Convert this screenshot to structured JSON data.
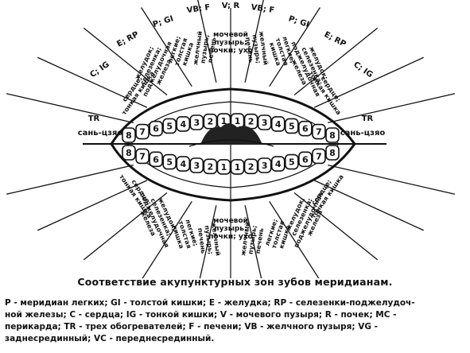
{
  "top_meridians": [
    "P; GI",
    "VB; F",
    "V; R",
    "VB; F",
    "P; GI"
  ],
  "outer_meridians": [
    "E; RP",
    "C; IG",
    "E; RP",
    "C; IG"
  ],
  "side_codes": [
    "TR",
    "TR"
  ],
  "side_names": [
    "сань-цзяо",
    "сань-цзяо"
  ],
  "organs": {
    "top_left": [
      "сердце; тонкая кишка",
      "желудок; селезенка; поджелудочная железа",
      "легкие; толстая кишка",
      "желчный пузырь; печень"
    ],
    "top_center": "мочевой пузырь; почки; ухо",
    "top_right": [
      "желчный пузырь; печень",
      "легкие; толстая кишка",
      "желудок; селезенка; поджелудочная железа",
      "сердце; тонкая кишка"
    ],
    "bottom_left": [
      "сердце; тонкая кишка",
      "желудок; селезенка; поджелудочная железа",
      "легкие; толстая кишка",
      "желчный пузырь; печень"
    ],
    "bottom_center": "мочевой пузырь; почки; ухо",
    "bottom_right": [
      "желчный пузырь; печень",
      "легкие; толстая кишка",
      "желудок; селезенка; поджелудочная железа",
      "сердце; тонкая кишка"
    ]
  },
  "tooth_numbers": [
    "8",
    "7",
    "6",
    "5",
    "4",
    "3",
    "2",
    "1",
    "1",
    "2",
    "3",
    "4",
    "5",
    "6",
    "7",
    "8"
  ],
  "caption": "Соответствие акупунктурных зон зубов меридианам.",
  "legend_lines": [
    "P - меридиан легких; GI - толстой кишки; E - желудка; RP - селезенки-поджелудоч-",
    "ной железы; C - сердца; IG - тонкой кишки; V - мочевого пузыря; R - почек; MC -",
    "перикарда; TR - трех обогревателей; F - печени; VB - желчного пузыря; VG -",
    "заднесрединный; VC - переднесрединный."
  ]
}
